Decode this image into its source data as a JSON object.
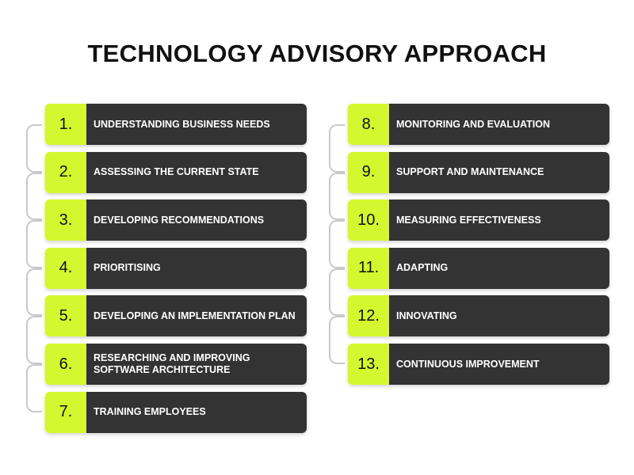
{
  "title": "TECHNOLOGY ADVISORY APPROACH",
  "colors": {
    "accent": "#d4f72f",
    "card": "#333333",
    "connector": "#c9c9c9"
  },
  "columns": [
    {
      "steps": [
        {
          "number": "1.",
          "label": "UNDERSTANDING BUSINESS NEEDS"
        },
        {
          "number": "2.",
          "label": "ASSESSING THE CURRENT STATE"
        },
        {
          "number": "3.",
          "label": "DEVELOPING RECOMMENDATIONS"
        },
        {
          "number": "4.",
          "label": "PRIORITISING"
        },
        {
          "number": "5.",
          "label": "DEVELOPING AN IMPLEMENTATION PLAN"
        },
        {
          "number": "6.",
          "label": "RESEARCHING AND IMPROVING SOFTWARE ARCHITECTURE"
        },
        {
          "number": "7.",
          "label": "TRAINING EMPLOYEES"
        }
      ]
    },
    {
      "steps": [
        {
          "number": "8.",
          "label": "MONITORING AND EVALUATION"
        },
        {
          "number": "9.",
          "label": "SUPPORT AND MAINTENANCE"
        },
        {
          "number": "10.",
          "label": "MEASURING EFFECTIVENESS"
        },
        {
          "number": "11.",
          "label": "ADAPTING"
        },
        {
          "number": "12.",
          "label": "INNOVATING"
        },
        {
          "number": "13.",
          "label": "CONTINUOUS IMPROVEMENT"
        }
      ]
    }
  ]
}
